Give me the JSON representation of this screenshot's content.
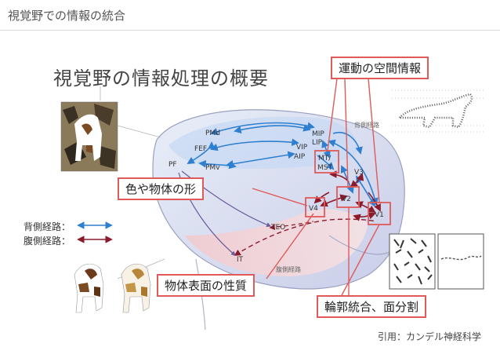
{
  "slide": {
    "header_title": "視覚野での情報の統合",
    "main_title": "視覚野の情報処理の概要"
  },
  "boxes": {
    "motion": "運動の空間情報",
    "color_shape": "色や物体の形",
    "surface": "物体表面の性質",
    "contour": "輪郭統合、面分割"
  },
  "legend": {
    "dorsal": "背側経路：",
    "ventral": "腹側経路："
  },
  "brain_labels": {
    "pmd": "PMd",
    "fef": "FEF",
    "pf": "PF",
    "pmv": "PMv",
    "mip": "MIP",
    "lip": "LIP",
    "vip": "VIP",
    "aip": "AIP",
    "mt": "MT/",
    "mst": "MST",
    "v3": "V3",
    "v4": "V4",
    "v2": "V2",
    "v1": "V1",
    "teo": "TEO",
    "it": "IT",
    "dorsal_path": "背側経路",
    "ventral_path": "腹側経路"
  },
  "citation": "引用：カンデル神経科学",
  "colors": {
    "dorsal": "#2f7fd0",
    "ventral": "#8b1a2b",
    "box_border": "#e05a5a"
  }
}
